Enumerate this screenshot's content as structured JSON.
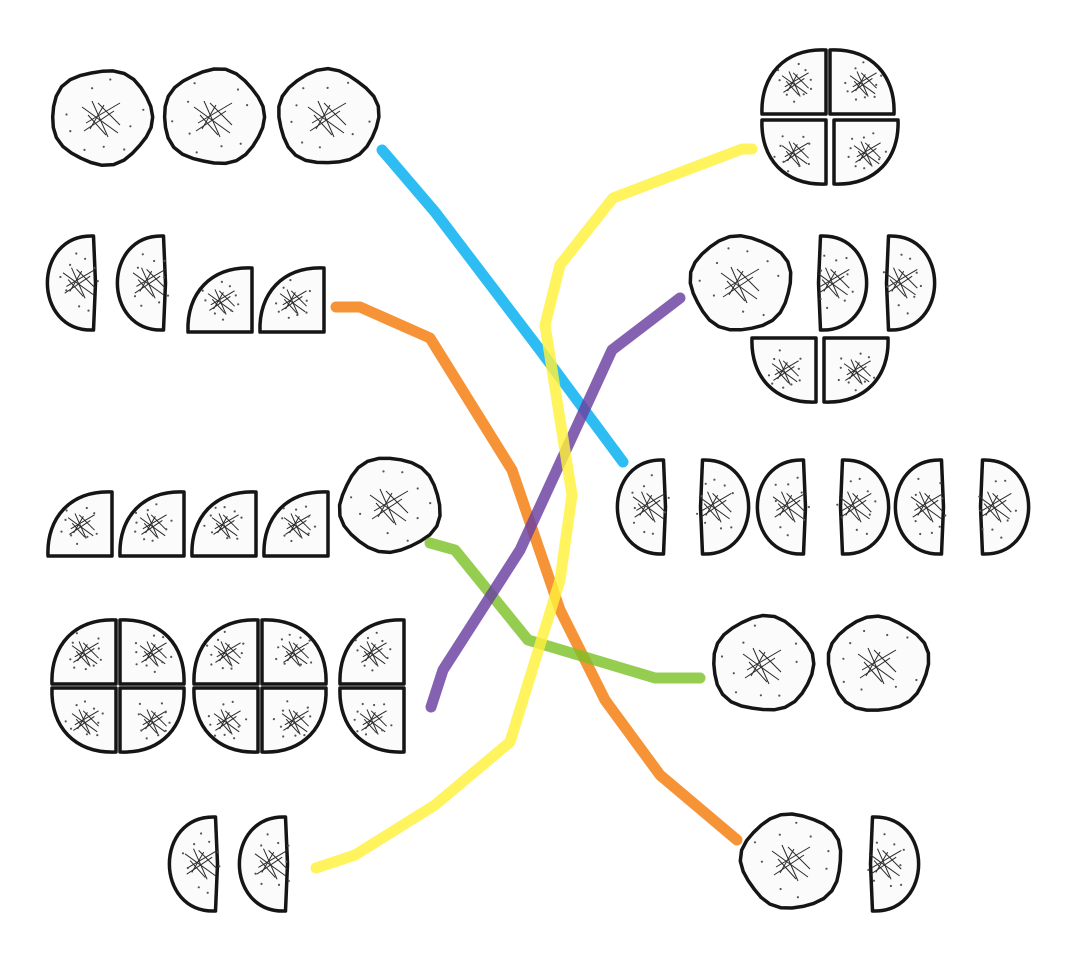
{
  "left_groups": [
    {
      "id": "L1",
      "whole": 3,
      "halves": 0,
      "quarters": 0
    },
    {
      "id": "L2",
      "whole": 0,
      "halves": 2,
      "quarters": 2
    },
    {
      "id": "L3",
      "whole": 1,
      "halves": 0,
      "quarters": 4
    },
    {
      "id": "L4",
      "whole": 0,
      "halves": 0,
      "quarters": 10
    },
    {
      "id": "L5",
      "whole": 0,
      "halves": 2,
      "quarters": 0
    }
  ],
  "right_groups": [
    {
      "id": "R1",
      "whole": 0,
      "halves": 0,
      "quarters": 4
    },
    {
      "id": "R2",
      "whole": 1,
      "halves": 2,
      "quarters": 2
    },
    {
      "id": "R3",
      "whole": 0,
      "halves": 6,
      "quarters": 0
    },
    {
      "id": "R4",
      "whole": 2,
      "halves": 0,
      "quarters": 0
    },
    {
      "id": "R5",
      "whole": 1,
      "halves": 1,
      "quarters": 0
    }
  ],
  "connections": [
    {
      "from": "L1",
      "to": "R3",
      "color": "#00aeef"
    },
    {
      "from": "L2",
      "to": "R5",
      "color": "#f47b0a"
    },
    {
      "from": "L3",
      "to": "R4",
      "color": "#7cc22a"
    },
    {
      "from": "L4",
      "to": "R2",
      "color": "#6a3fa0"
    },
    {
      "from": "L5",
      "to": "R1",
      "color": "#fff03a"
    }
  ]
}
